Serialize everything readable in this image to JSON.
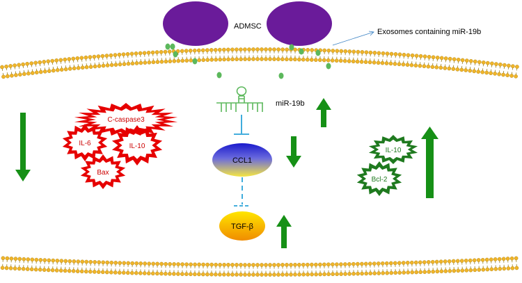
{
  "labels": {
    "admsc": "ADMSC",
    "exosomes": "Exosomes containing miR-19b",
    "mirna": "miR-19b",
    "ccl1": "CCL1",
    "tgfb": "TGF-β"
  },
  "left_markers": [
    "C-caspase3",
    "IL-6",
    "IL-10",
    "Bax"
  ],
  "right_markers": [
    "IL-10",
    "Bcl-2"
  ],
  "changes": {
    "left_markers": "down",
    "right_markers": "up",
    "mirna": "up",
    "ccl1": "down",
    "tgfb": "up"
  },
  "colors": {
    "cell_body": "#6a1b9a",
    "exosome": "#5cb85c",
    "membrane_head": "#f0b429",
    "pro_marker": "#e60000",
    "anti_marker": "#1f7a1f",
    "arrow_green": "#169016",
    "inhibition": "#2aa3d8",
    "ccl1_top": "#1a1acc",
    "ccl1_bottom": "#f5e642",
    "tgfb_top": "#ffe000",
    "tgfb_bottom": "#f08c00"
  }
}
